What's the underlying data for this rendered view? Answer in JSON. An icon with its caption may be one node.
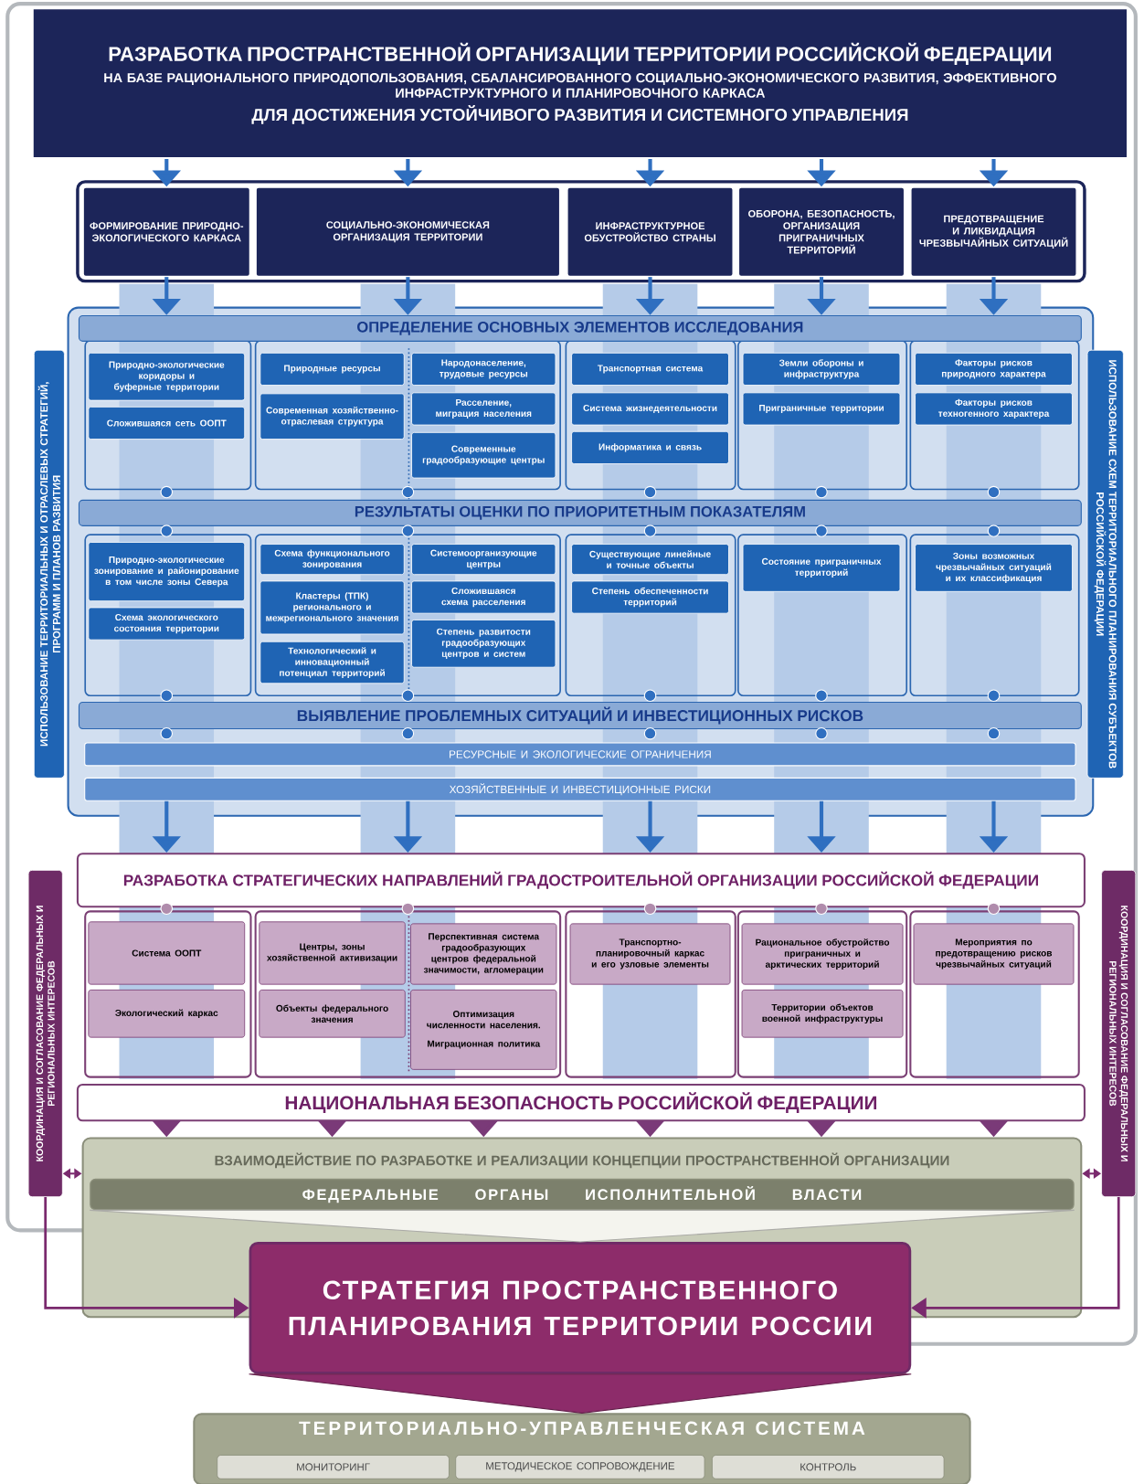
{
  "diagram": {
    "nodes": [
      {
        "text": [
          "РАЗРАБОТКА ПРОСТРАНСТВЕННОЙ ОРГАНИЗАЦИИ ТЕРРИТОРИИ РОССИЙСКОЙ ФЕДЕРАЦИИ",
          "НА БАЗЕ РАЦИОНАЛЬНОГО ПРИРОДОПОЛЬЗОВАНИЯ, СБАЛАНСИРОВАННОГО СОЦИАЛЬНО-ЭКОНОМИЧЕСКОГО РАЗВИТИЯ, ЭФФЕКТИВНОГО ИНФРАСТРУКТУРНОГО И ПЛАНИРОВОЧНОГО КАРКАСА",
          "ДЛЯ ДОСТИЖЕНИЯ УСТОЙЧИВОГО РАЗВИТИЯ И СИСТЕМНОГО УПРАВЛЕНИЯ"
        ]
      },
      {
        "text": [
          "ФОРМИРОВАНИЕ ПРИРОДНО-ЭКОЛОГИЧЕСКОГО КАРКАСА"
        ]
      },
      {
        "text": [
          "СОЦИАЛЬНО-ЭКОНОМИЧЕСКАЯ ОРГАНИЗАЦИЯ ТЕРРИТОРИИ"
        ]
      },
      {
        "text": [
          "ИНФРАСТРУКТУРНОЕ ОБУСТРОЙСТВО СТРАНЫ"
        ]
      },
      {
        "text": [
          "ОБОРОНА, БЕЗОПАСНОСТЬ, ОРГАНИЗАЦИЯ ПРИГРАНИЧНЫХ ТЕРРИТОРИЙ"
        ]
      },
      {
        "text": [
          "ПРЕДОТВРАЩЕНИЕ И ЛИКВИДАЦИЯ ЧРЕЗВЫЧАЙНЫХ СИТУАЦИЙ"
        ]
      },
      {
        "text": [
          "ОПРЕДЕЛЕНИЕ ОСНОВНЫХ ЭЛЕМЕНТОВ ИССЛЕДОВАНИЯ"
        ]
      },
      {
        "text": [
          "Природно-экологические коридоры и буферные территории"
        ]
      },
      {
        "text": [
          "Сложившаяся сеть ООПТ"
        ]
      },
      {
        "text": [
          "Природные ресурсы"
        ]
      },
      {
        "text": [
          "Современная хозяйственно-отраслевая структура"
        ]
      },
      {
        "text": [
          "Народонаселение, трудовые ресурсы"
        ]
      },
      {
        "text": [
          "Расселение, миграция населения"
        ]
      },
      {
        "text": [
          "Современные градообразующие центры"
        ]
      },
      {
        "text": [
          "Транспортная система"
        ]
      },
      {
        "text": [
          "Система жизнедеятельности"
        ]
      },
      {
        "text": [
          "Информатика и связь"
        ]
      },
      {
        "text": [
          "Земли обороны и инфраструктура"
        ]
      },
      {
        "text": [
          "Приграничные территории"
        ]
      },
      {
        "text": [
          "Факторы рисков природного характера"
        ]
      },
      {
        "text": [
          "Факторы рисков техногенного характера"
        ]
      },
      {
        "text": [
          "РЕЗУЛЬТАТЫ ОЦЕНКИ ПО ПРИОРИТЕТНЫМ ПОКАЗАТЕЛЯМ"
        ]
      },
      {
        "text": [
          "Природно-экологические зонирование и районирование в том числе зоны Севера"
        ]
      },
      {
        "text": [
          "Схема экологического состояния территории"
        ]
      },
      {
        "text": [
          "Схема функционального зонирования"
        ]
      },
      {
        "text": [
          "Кластеры (ТПК) регионального и межрегионального значения"
        ]
      },
      {
        "text": [
          "Технологический и инновационный потенциал территорий"
        ]
      },
      {
        "text": [
          "Системоорганизующие центры"
        ]
      },
      {
        "text": [
          "Сложившаяся схема расселения"
        ]
      },
      {
        "text": [
          "Степень развитости градообразующих центров и систем"
        ]
      },
      {
        "text": [
          "Существующие линейные и точные объекты"
        ]
      },
      {
        "text": [
          "Степень обеспеченности территорий"
        ]
      },
      {
        "text": [
          "Состояние приграничных территорий"
        ]
      },
      {
        "text": [
          "Зоны возможных чрезвычайных ситуаций и их классификация"
        ]
      },
      {
        "text": [
          "ВЫЯВЛЕНИЕ ПРОБЛЕМНЫХ СИТУАЦИЙ И ИНВЕСТИЦИОННЫХ РИСКОВ"
        ]
      },
      {
        "text": [
          "РЕСУРСНЫЕ И ЭКОЛОГИЧЕСКИЕ ОГРАНИЧЕНИЯ"
        ]
      },
      {
        "text": [
          "ХОЗЯЙСТВЕННЫЕ И ИНВЕСТИЦИОННЫЕ РИСКИ"
        ]
      },
      {
        "text": [
          "ИСПОЛЬЗОВАНИЕ ТЕРРИТОРИАЛЬНЫХ И ОТРАСЛЕВЫХ СТРАТЕГИЙ, ПРОГРАММ И ПЛАНОВ РАЗВИТИЯ"
        ]
      },
      {
        "text": [
          "ИСПОЛЬЗОВАНИЕ СХЕМ ТЕРРИТОРИАЛЬНОГО ПЛАНИРОВАНИЯ СУБЪЕКТОВ РОССИЙСКОЙ ФЕДЕРАЦИИ"
        ]
      },
      {
        "text": [
          "РАЗРАБОТКА СТРАТЕГИЧЕСКИХ НАПРАВЛЕНИЙ ГРАДОСТРОИТЕЛЬНОЙ ОРГАНИЗАЦИИ РОССИЙСКОЙ ФЕДЕРАЦИИ"
        ]
      },
      {
        "text": [
          "Система ООПТ"
        ]
      },
      {
        "text": [
          "Экологический каркас"
        ]
      },
      {
        "text": [
          "Центры, зоны хозяйственной активизации"
        ]
      },
      {
        "text": [
          "Объекты федерального значения"
        ]
      },
      {
        "text": [
          "Перспективная система градообразующих центров федеральной значимости, агломерации"
        ]
      },
      {
        "text": [
          "Оптимизация численности населения.",
          "Миграционная политика"
        ]
      },
      {
        "text": [
          "Транспортно-планировочный каркас и его узловые элементы"
        ]
      },
      {
        "text": [
          "Рациональное обустройство приграничных и арктических территорий"
        ]
      },
      {
        "text": [
          "Территории объектов военной инфраструктуры"
        ]
      },
      {
        "text": [
          "Мероприятия по предотвращению рисков чрезвычайных ситуаций"
        ]
      },
      {
        "text": [
          "НАЦИОНАЛЬНАЯ БЕЗОПАСНОСТЬ РОССИЙСКОЙ ФЕДЕРАЦИИ"
        ]
      },
      {
        "text": [
          "КООРДИНАЦИЯ И СОГЛАСОВАНИЕ ФЕДЕРАЛЬНЫХ И РЕГИОНАЛЬНЫХ ИНТЕРЕСОВ"
        ]
      },
      {
        "text": [
          "КООРДИНАЦИЯ И СОГЛАСОВАНИЕ ФЕДЕРАЛЬНЫХ И РЕГИОНАЛЬНЫХ ИНТЕРЕСОВ"
        ]
      },
      {
        "text": [
          "ВЗАИМОДЕЙСТВИЕ ПО РАЗРАБОТКЕ И РЕАЛИЗАЦИИ КОНЦЕПЦИИ ПРОСТРАНСТВЕННОЙ ОРГАНИЗАЦИИ"
        ]
      },
      {
        "text": [
          "ФЕДЕРАЛЬНЫЕ ОРГАНЫ ИСПОЛНИТЕЛЬНОЙ ВЛАСТИ"
        ],
        "in": 53
      },
      {
        "text": [
          "СТРАТЕГИЯ ПРОСТРАНСТВЕННОГО ПЛАНИРОВАНИЯ ТЕРРИТОРИИ РОССИИ"
        ]
      },
      {
        "text": [
          "ТЕРРИТОРИАЛЬНО-УПРАВЛЕНЧЕСКАЯ СИСТЕМА"
        ]
      },
      {
        "text": [
          "МОНИТОРИНГ"
        ],
        "in": 56
      },
      {
        "text": [
          "МЕТОДИЧЕСКОЕ СОПРОВОЖДЕНИЕ"
        ],
        "in": 56
      },
      {
        "text": [
          "КОНТРОЛЬ"
        ],
        "in": 56
      }
    ],
    "edges": [
      {
        "from": 0,
        "to": 1,
        "arrow": "to"
      },
      {
        "from": 0,
        "to": 2,
        "arrow": "to"
      },
      {
        "from": 0,
        "to": 3,
        "arrow": "to"
      },
      {
        "from": 0,
        "to": 4,
        "arrow": "to"
      },
      {
        "from": 0,
        "to": 5,
        "arrow": "to"
      },
      {
        "from": 1,
        "to": 6,
        "arrow": "to"
      },
      {
        "from": 2,
        "to": 6,
        "arrow": "to"
      },
      {
        "from": 3,
        "to": 6,
        "arrow": "to"
      },
      {
        "from": 4,
        "to": 6,
        "arrow": "to"
      },
      {
        "from": 5,
        "to": 6,
        "arrow": "to"
      },
      {
        "from": 36,
        "to": 39,
        "arrow": "to"
      },
      {
        "from": 36,
        "to": 39,
        "arrow": "to"
      },
      {
        "from": 36,
        "to": 39,
        "arrow": "to"
      },
      {
        "from": 36,
        "to": 39,
        "arrow": "to"
      },
      {
        "from": 36,
        "to": 39,
        "arrow": "to"
      },
      {
        "from": 50,
        "to": 53,
        "arrow": "to",
        "color": "#7a3a78"
      },
      {
        "from": 50,
        "to": 53,
        "arrow": "to",
        "color": "#7a3a78"
      },
      {
        "from": 50,
        "to": 53,
        "arrow": "to",
        "color": "#7a3a78"
      },
      {
        "from": 50,
        "to": 53,
        "arrow": "to",
        "color": "#7a3a78"
      },
      {
        "from": 50,
        "to": 53,
        "arrow": "to",
        "color": "#7a3a78"
      },
      {
        "from": 50,
        "to": 53,
        "arrow": "to",
        "color": "#7a3a78"
      },
      {
        "from": 54,
        "to": 55,
        "arrow": "to",
        "color": "#f4f4ee"
      },
      {
        "from": 55,
        "to": 56,
        "arrow": "to",
        "color": "#8d2c6a"
      },
      {
        "from": 51,
        "to": 55,
        "arrow": "to",
        "color": "#7a2a6e"
      },
      {
        "from": 52,
        "to": 55,
        "arrow": "to",
        "color": "#7a2a6e"
      },
      {
        "from": 51,
        "to": 53,
        "arrow": "both",
        "color": "#7a2a6e"
      },
      {
        "from": 52,
        "to": 53,
        "arrow": "both",
        "color": "#7a2a6e"
      }
    ]
  }
}
